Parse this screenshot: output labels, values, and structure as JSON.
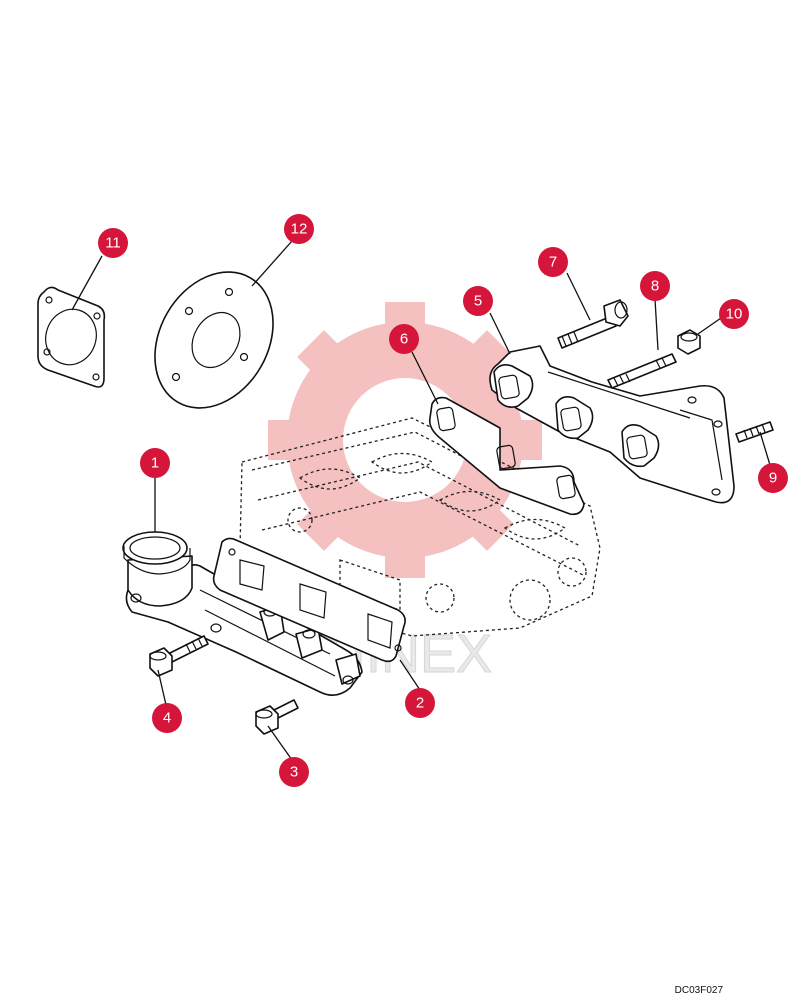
{
  "figure_code": "DC03F027",
  "watermark_text": "TIINEX",
  "colors": {
    "callout": "#d5163a",
    "watermark": "#f3b6b6",
    "line": "#111111"
  },
  "callouts": [
    {
      "id": "callout-1",
      "label": "1"
    },
    {
      "id": "callout-2",
      "label": "2"
    },
    {
      "id": "callout-3",
      "label": "3"
    },
    {
      "id": "callout-4",
      "label": "4"
    },
    {
      "id": "callout-5",
      "label": "5"
    },
    {
      "id": "callout-6",
      "label": "6"
    },
    {
      "id": "callout-7",
      "label": "7"
    },
    {
      "id": "callout-8",
      "label": "8"
    },
    {
      "id": "callout-9",
      "label": "9"
    },
    {
      "id": "callout-10",
      "label": "10"
    },
    {
      "id": "callout-11",
      "label": "11"
    },
    {
      "id": "callout-12",
      "label": "12"
    }
  ]
}
